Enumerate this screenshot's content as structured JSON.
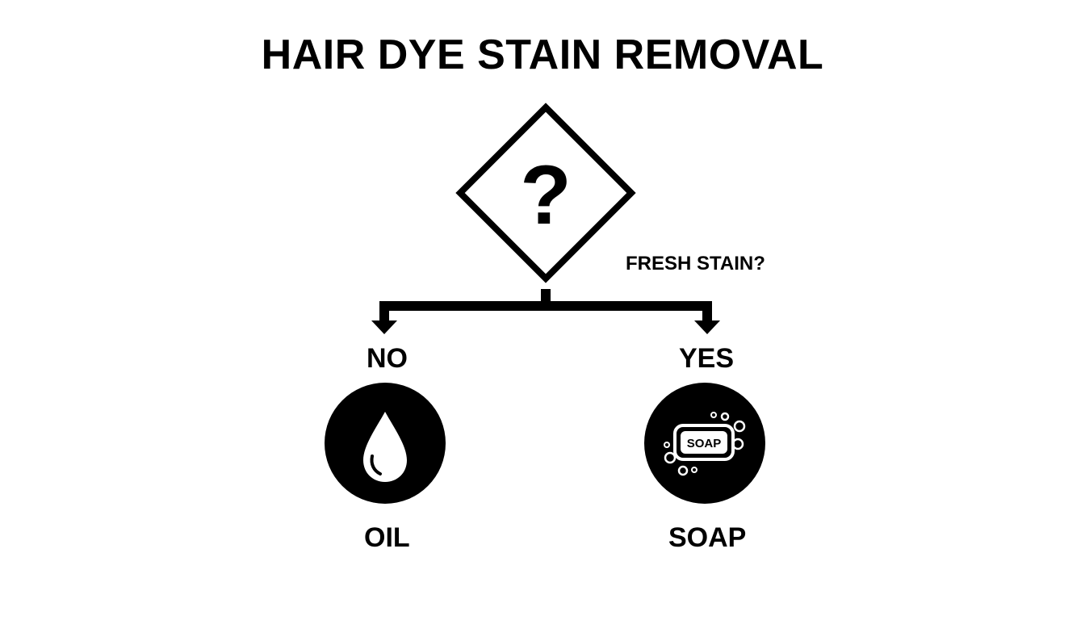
{
  "title": "HAIR DYE STAIN REMOVAL",
  "decision": {
    "symbol": "?",
    "question": "FRESH STAIN?"
  },
  "branches": {
    "no": {
      "label": "NO",
      "icon": "oil-drop-icon",
      "result": "OIL"
    },
    "yes": {
      "label": "YES",
      "icon": "soap-bar-icon",
      "result": "SOAP",
      "icon_text": "SOAP"
    }
  },
  "colors": {
    "ink": "#000000",
    "background": "#ffffff"
  }
}
